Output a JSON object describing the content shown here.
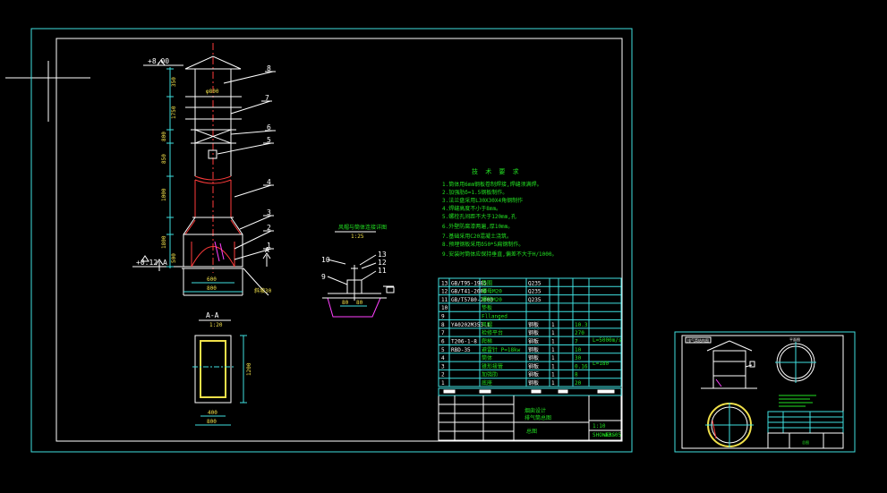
{
  "main_sheet": {
    "elevations": {
      "top": "+8.00",
      "ground": "+0.12"
    },
    "callouts": [
      "8",
      "7",
      "6",
      "5",
      "4",
      "3",
      "2",
      "1"
    ],
    "section_marks": {
      "left": "A",
      "right": "A"
    },
    "dims_vertical": [
      "350",
      "1750",
      "800",
      "850",
      "1000",
      "1800",
      "500"
    ],
    "dims_horizontal": [
      "600",
      "800"
    ],
    "diameter_label": "φ800",
    "slope_label": "斜坡30",
    "section_title": "A-A",
    "section_scale": "1:20",
    "section_dims": {
      "height": "1200",
      "inner_width": "400",
      "outer_width": "800"
    },
    "detail_title": "风帽与筒体连接详图",
    "detail_scale": "1:25",
    "detail_callouts": [
      "10",
      "9",
      "13",
      "12",
      "11"
    ],
    "detail_dims": [
      "80",
      "80"
    ]
  },
  "notes": {
    "title": "技 术 要 求",
    "items": [
      "1.筒体用6mm钢板卷制焊接,焊缝须满焊。",
      "2.加强肋δ=1.5钢板制作。",
      "3.法兰盘采用L30X30X4角钢制作",
      "4.焊缝高度不小于8mm。",
      "5.螺栓孔间距不大于120mm,孔",
      "6.外壁防腐漆两遍,厚10mm。",
      "7.基础采用C20混凝土浇筑。",
      "8.预埋钢板采用δ50*5扁钢制作。",
      "9.安装时筒体应保持垂直,偏差不大于H/1000。"
    ]
  },
  "bom": {
    "rows": [
      {
        "no": "13",
        "code": "GB/T95-1985",
        "name": "垫圈",
        "qty": "",
        "material": "Q235",
        "note": ""
      },
      {
        "no": "12",
        "code": "GB/T41-2000",
        "name": "螺母M20",
        "qty": "",
        "material": "Q235",
        "note": ""
      },
      {
        "no": "11",
        "code": "GB/T5780-2000",
        "name": "螺栓M20",
        "qty": "",
        "material": "Q235",
        "note": ""
      },
      {
        "no": "10",
        "code": "",
        "name": "垫板",
        "qty": "",
        "material": "",
        "note": ""
      },
      {
        "no": "9",
        "code": "",
        "name": "Fllanged",
        "qty": "",
        "material": "",
        "note": ""
      },
      {
        "no": "8",
        "code": "YA0202M353.1",
        "name": "风帽",
        "qty": "1",
        "material": "钢板",
        "note": "10.3"
      },
      {
        "no": "7",
        "code": "",
        "name": "检修平台",
        "qty": "1",
        "material": "钢板",
        "note": "270"
      },
      {
        "no": "6",
        "code": "T206-1-8",
        "name": "爬梯",
        "qty": "1",
        "material": "钢板",
        "note": "7"
      },
      {
        "no": "5",
        "code": "RBD-35",
        "name": "避雷针 P=18kw",
        "qty": "1",
        "material": "钢板",
        "note": "10"
      },
      {
        "no": "4",
        "code": "",
        "name": "筒体",
        "qty": "1",
        "material": "钢板",
        "note": "30"
      },
      {
        "no": "3",
        "code": "",
        "name": "锥形接管",
        "qty": "1",
        "material": "钢板",
        "note": "0.16"
      },
      {
        "no": "2",
        "code": "",
        "name": "加强肋",
        "qty": "1",
        "material": "钢板",
        "note": "8"
      },
      {
        "no": "1",
        "code": "",
        "name": "底座",
        "qty": "1",
        "material": "钢板",
        "note": "20"
      }
    ],
    "extra_notes": {
      "row6": "L=5000m/s",
      "row4": "L=180"
    }
  },
  "title_block": {
    "project": "烟囱设计",
    "drawing": "排气筒总图",
    "scale": "1:10",
    "sheet_code": "SHOWERS",
    "sheet_no": "A3-05",
    "name": "总图"
  },
  "thumbnail": {
    "label": "排气筒结构图",
    "title": "平面图",
    "title_block": "总图"
  }
}
